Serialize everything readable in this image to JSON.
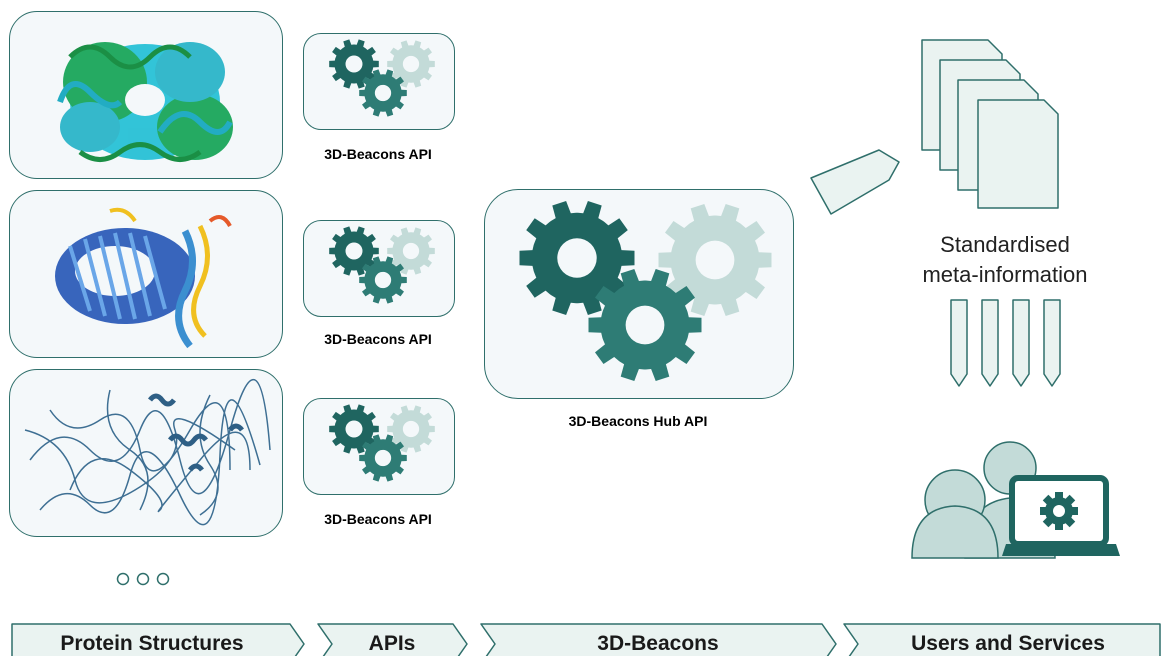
{
  "api_labels": [
    "3D-Beacons API",
    "3D-Beacons API",
    "3D-Beacons API"
  ],
  "hub_label": "3D-Beacons Hub API",
  "meta_label_line1": "Standardised",
  "meta_label_line2": "meta-information",
  "footer": {
    "stage1": "Protein Structures",
    "stage2": "APIs",
    "stage3": "3D-Beacons",
    "stage4": "Users and Services"
  },
  "colors": {
    "dark_teal": "#1f6560",
    "mid_teal": "#2e7c75",
    "light_teal": "#c3dbd8",
    "box_border": "#2f6f6b",
    "box_fill": "#f4f8fa",
    "doc_fill": "#eaf3f1"
  },
  "icons": [
    "gear-icon",
    "document-icon",
    "user-icon",
    "laptop-icon",
    "ellipsis-icon",
    "arrow-icon"
  ]
}
